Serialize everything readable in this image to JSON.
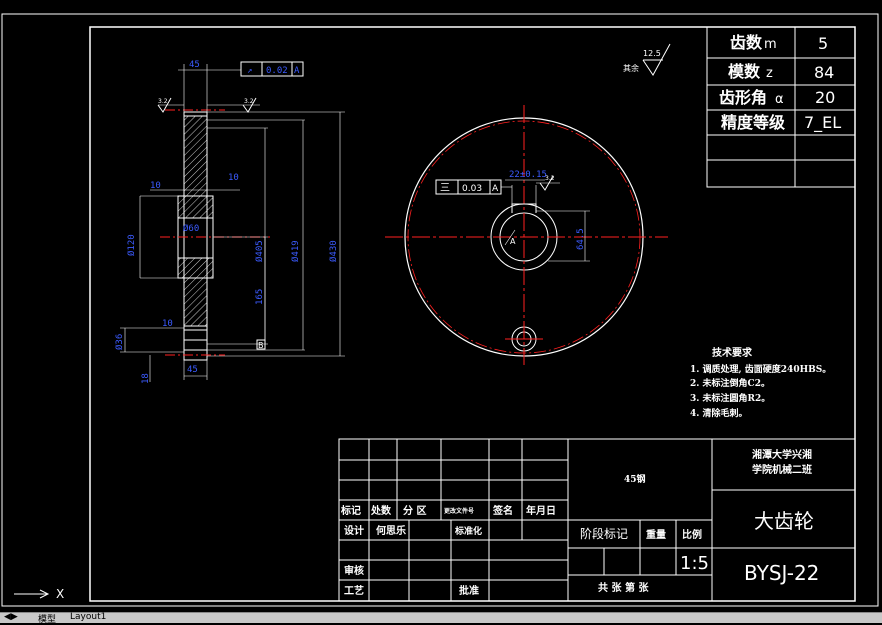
{
  "param_table": [
    {
      "name": "齿数",
      "sym": "m",
      "value": "5"
    },
    {
      "name": "模数",
      "sym": "z",
      "value": "84"
    },
    {
      "name": "齿形角",
      "sym": "α",
      "value": "20"
    },
    {
      "name": "精度等级",
      "sym": "",
      "value": "7_EL"
    }
  ],
  "roughness_rest": {
    "value": "12.5",
    "label": "其余"
  },
  "tech_req": {
    "title": "技术要求",
    "items": [
      "1. 调质处理, 齿面硬度240HBS。",
      "2. 未标注倒角C2。",
      "3. 未标注圆角R2。",
      "4. 清除毛刺。"
    ]
  },
  "side_view": {
    "top_width": "45",
    "runout_symbol": "↗",
    "runout_value": "0.02",
    "runout_datum": "A",
    "roughness_left": "3.2",
    "roughness_top": "3.2",
    "hub_left": "10",
    "hub_right": "10",
    "hub_diam": "Ø120",
    "bore": "Ø60",
    "d_root": "Ø405",
    "d_pitch": "Ø419",
    "d_tip": "Ø430",
    "hole_pos": "165",
    "rim_small": "10",
    "rim_hole": "Ø36",
    "rim_gap": "18",
    "datum": "B"
  },
  "front_view": {
    "keyway": "22±0.15",
    "flatness_symbol": "三",
    "flatness_value": "0.03",
    "flatness_datum": "A",
    "roughness": "3.2",
    "keyway_depth": "64.5",
    "center_label": "A"
  },
  "title_block": {
    "headers": [
      "标记",
      "处数",
      "分 区",
      "更改文件号",
      "签名",
      "年月日"
    ],
    "design_label": "设计",
    "designer": "何思乐",
    "standard_label": "标准化",
    "review_label": "审核",
    "process_label": "工艺",
    "approve_label": "批准",
    "material": "45钢",
    "stage_label": "阶段标记",
    "weight_label": "重量",
    "scale_label": "比例",
    "scale": "1:5",
    "sheets": "共  张   第  张",
    "school": "湘潭大学兴湘\n学院机械二班",
    "school_line1": "湘潭大学兴湘",
    "school_line2": "学院机械二班",
    "part_name": "大齿轮",
    "drawing_no": "BYSJ-22"
  },
  "tabs": [
    "模型",
    "Layout1"
  ],
  "colors": {
    "background": "#000000",
    "lines": "#ffffff",
    "dims": "#3b5bff",
    "center": "#ff2020",
    "tabbar": "#c8c8c8"
  }
}
